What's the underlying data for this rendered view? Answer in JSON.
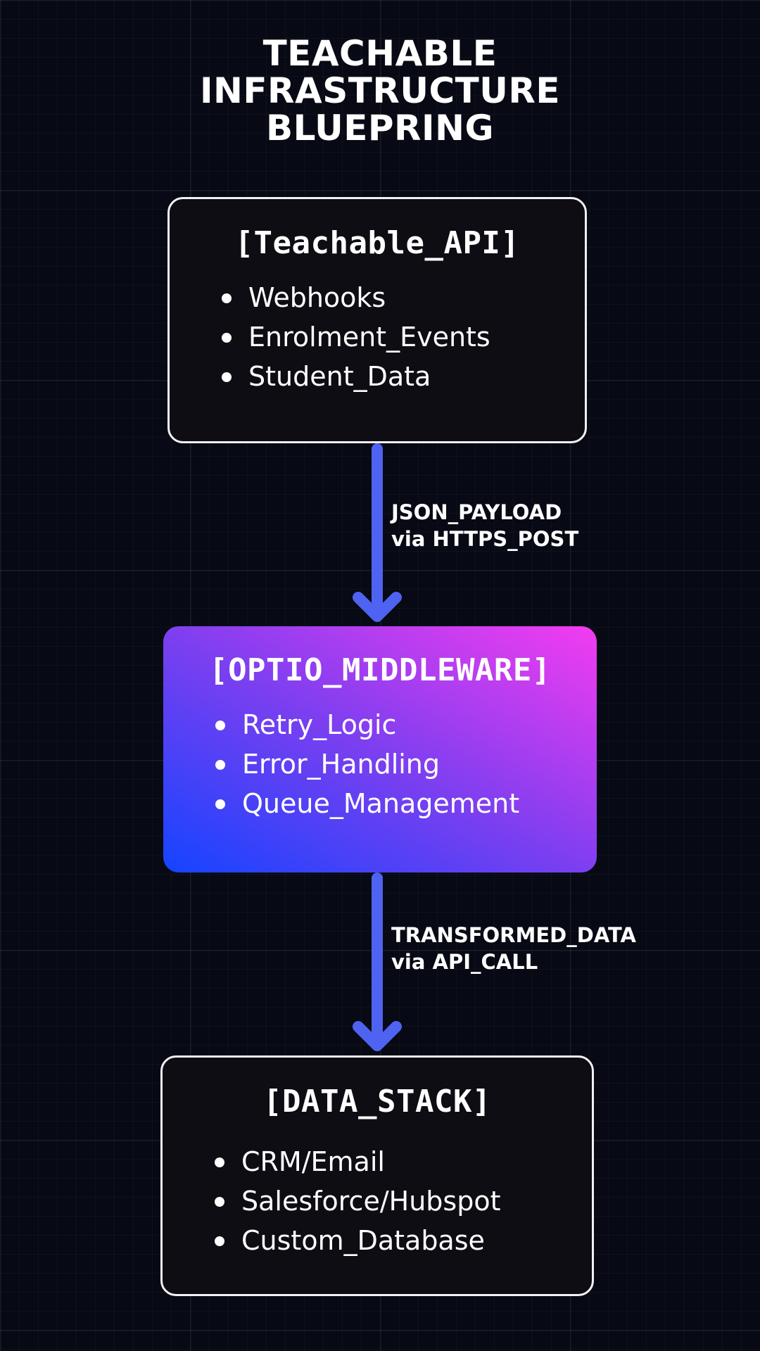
{
  "title": {
    "lines": [
      "TEACHABLE",
      "INFRASTRUCTURE",
      "BLUEPRING"
    ]
  },
  "nodes": {
    "source": {
      "title": "[Teachable_API]",
      "items": [
        "Webhooks",
        "Enrolment_Events",
        "Student_Data"
      ]
    },
    "middleware": {
      "title": "[OPTIO_MIDDLEWARE]",
      "items": [
        "Retry_Logic",
        "Error_Handling",
        "Queue_Management"
      ]
    },
    "destination": {
      "title": "[DATA_STACK]",
      "items": [
        "CRM/Email",
        "Salesforce/Hubspot",
        "Custom_Database"
      ]
    }
  },
  "edges": {
    "first": {
      "from": "[Teachable_API]",
      "to": "[OPTIO_MIDDLEWARE]",
      "line1": "JSON_PAYLOAD",
      "line2": "via HTTPS_POST"
    },
    "second": {
      "from": "[OPTIO_MIDDLEWARE]",
      "to": "[DATA_STACK]",
      "line1": "TRANSFORMED_DATA",
      "line2": "via API_CALL"
    }
  },
  "colors": {
    "background": "#070914",
    "arrow": "#4f63f2",
    "node_border": "#f2f0f5",
    "node_fill": "#0e0d14",
    "gradient_start": "#1544ff",
    "gradient_end": "#f43cf0"
  }
}
